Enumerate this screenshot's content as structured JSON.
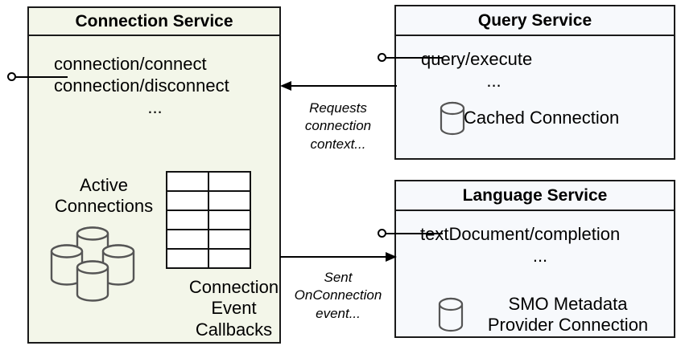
{
  "diagram": {
    "title": "Connection Service architecture diagram",
    "colors": {
      "connection_service_fill": "#f3f6e9",
      "service_fill": "#f7f9fc",
      "stroke": "#1a1a1a",
      "icon_stroke": "#555555",
      "text": "#000000"
    }
  },
  "connection_service": {
    "title": "Connection Service",
    "interfaces": [
      "connection/connect",
      "connection/disconnect"
    ],
    "ellipsis": "...",
    "active_connections_label": "Active\nConnections",
    "active_connections_line1": "Active",
    "active_connections_line2": "Connections",
    "callbacks_label": "Connection\nEvent\nCallbacks",
    "callbacks_line1": "Connection",
    "callbacks_line2": "Event",
    "callbacks_line3": "Callbacks",
    "cylinder_count": 4,
    "table_rows": 5,
    "table_cols": 2
  },
  "query_service": {
    "title": "Query Service",
    "interfaces": [
      "query/execute"
    ],
    "ellipsis": "...",
    "cached_connection_label": "Cached Connection"
  },
  "language_service": {
    "title": "Language Service",
    "interfaces": [
      "textDocument/completion"
    ],
    "ellipsis": "...",
    "smo_label_line1": "SMO Metadata",
    "smo_label_line2": "Provider Connection"
  },
  "connectors": [
    {
      "id": "requests",
      "from": "query_service",
      "to": "connection_service",
      "direction": "left",
      "label_line1": "Requests",
      "label_line2": "connection",
      "label_line3": "context..."
    },
    {
      "id": "sent",
      "from": "connection_service",
      "to": "language_service",
      "direction": "right",
      "label_line1": "Sent",
      "label_line2": "OnConnection",
      "label_line3": "event..."
    }
  ]
}
